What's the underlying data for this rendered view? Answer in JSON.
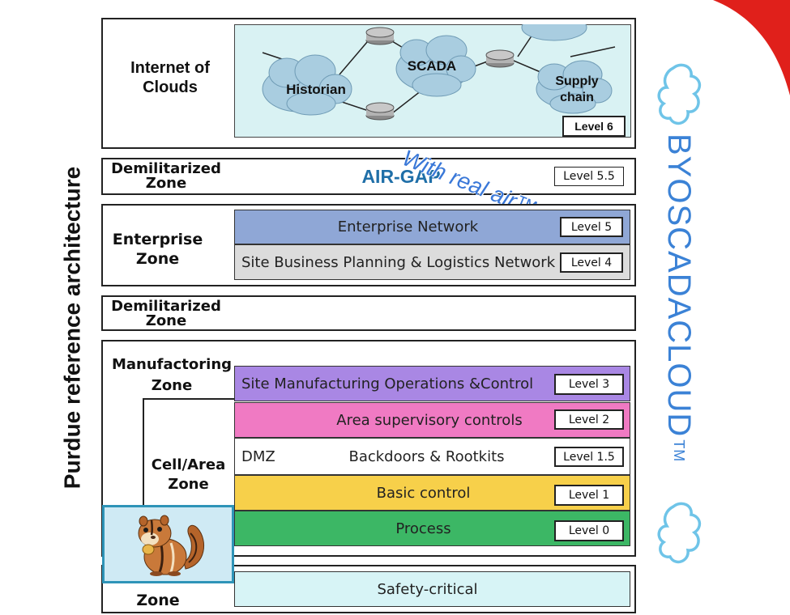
{
  "vertical_title": "Purdue reference architecture",
  "brand": {
    "name": "BYOSCADACLOUD",
    "trademark": "TM",
    "color": "#3b82d6",
    "cloud_color": "#6fc4e8",
    "corner_color": "#e0201b"
  },
  "internet": {
    "zone_label": "Internet of Clouds",
    "clouds": [
      "Historian",
      "SCADA",
      "Supply chain"
    ],
    "level": "Level 6"
  },
  "dmz_top": {
    "zone_label": "Demilitarized Zone",
    "center_text": "AIR-GAP",
    "center_color": "#1f6fa8",
    "level": "Level 5.5",
    "slogan": "With real air™"
  },
  "enterprise": {
    "zone_label": "Enterprise Zone",
    "bands": [
      {
        "label": "Enterprise Network",
        "level": "Level 5",
        "color": "#8fa7d6"
      },
      {
        "label": "Site Business Planning & Logistics Network",
        "level": "Level 4",
        "color": "#dcdcdc"
      }
    ]
  },
  "dmz_mid": {
    "zone_label": "Demilitarized Zone"
  },
  "manufacturing": {
    "zone_label": "Manufactoring Zone",
    "cell_zone_label": "Cell/Area Zone",
    "bands": [
      {
        "label": "Site Manufacturing Operations &Control",
        "level": "Level 3",
        "color": "#a987e4"
      },
      {
        "label": "Area supervisory controls",
        "level": "Level 2",
        "color": "#f07ac3"
      },
      {
        "label": "Backdoors & Rootkits",
        "prefix": "DMZ",
        "level": "Level 1.5",
        "color": "#ffffff"
      },
      {
        "label": "Basic control",
        "level": "Level 1",
        "color": "#f7d04a"
      },
      {
        "label": "Process",
        "level": "Level 0",
        "color": "#3cb765"
      }
    ]
  },
  "safety": {
    "zone_label": "Zone",
    "band": {
      "label": "Safety-critical",
      "color": "#d7f4f6"
    },
    "chipmunk_bg": "#cfeaf4"
  }
}
